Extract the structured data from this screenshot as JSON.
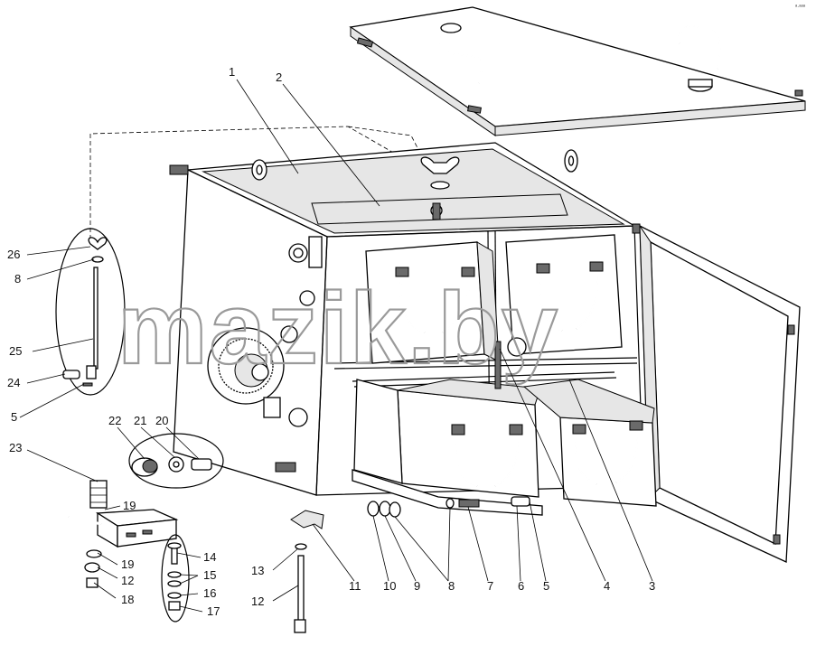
{
  "watermark": "mazik.by",
  "corner_mark": "ᵃ·ᵃᵃᵃ",
  "callouts": [
    {
      "id": "c1",
      "text": "1"
    },
    {
      "id": "c2",
      "text": "2"
    },
    {
      "id": "c26",
      "text": "26"
    },
    {
      "id": "c8a",
      "text": "8"
    },
    {
      "id": "c25",
      "text": "25"
    },
    {
      "id": "c24",
      "text": "24"
    },
    {
      "id": "c5a",
      "text": "5"
    },
    {
      "id": "c22",
      "text": "22"
    },
    {
      "id": "c21",
      "text": "21"
    },
    {
      "id": "c20",
      "text": "20"
    },
    {
      "id": "c23",
      "text": "23"
    },
    {
      "id": "c19a",
      "text": "19"
    },
    {
      "id": "c19b",
      "text": "19"
    },
    {
      "id": "c12a",
      "text": "12"
    },
    {
      "id": "c18",
      "text": "18"
    },
    {
      "id": "c14",
      "text": "14"
    },
    {
      "id": "c15",
      "text": "15"
    },
    {
      "id": "c16",
      "text": "16"
    },
    {
      "id": "c17",
      "text": "17"
    },
    {
      "id": "c13",
      "text": "13"
    },
    {
      "id": "c12b",
      "text": "12"
    },
    {
      "id": "c11",
      "text": "11"
    },
    {
      "id": "c10",
      "text": "10"
    },
    {
      "id": "c9",
      "text": "9"
    },
    {
      "id": "c8b",
      "text": "8"
    },
    {
      "id": "c7",
      "text": "7"
    },
    {
      "id": "c6",
      "text": "6"
    },
    {
      "id": "c5b",
      "text": "5"
    },
    {
      "id": "c4",
      "text": "4"
    },
    {
      "id": "c3",
      "text": "3"
    }
  ]
}
